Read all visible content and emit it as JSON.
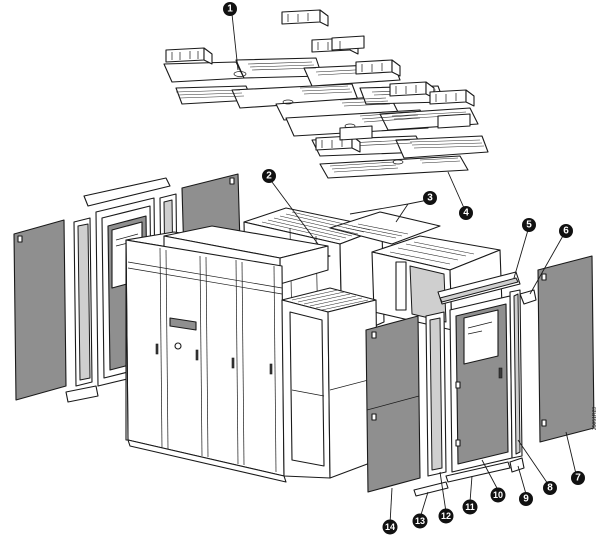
{
  "figure": {
    "doc_id": "25051R23"
  },
  "callouts": [
    {
      "label": "1"
    },
    {
      "label": "2"
    },
    {
      "label": "3"
    },
    {
      "label": "4"
    },
    {
      "label": "5"
    },
    {
      "label": "6"
    },
    {
      "label": "7"
    },
    {
      "label": "8"
    },
    {
      "label": "9"
    },
    {
      "label": "10"
    },
    {
      "label": "11"
    },
    {
      "label": "12"
    },
    {
      "label": "13"
    },
    {
      "label": "14"
    }
  ],
  "colors": {
    "line": "#1a1a1a",
    "panel_fill": "#8f8f8f",
    "light_fill": "#cfcfcf",
    "background": "#ffffff",
    "callout": "#111111"
  }
}
